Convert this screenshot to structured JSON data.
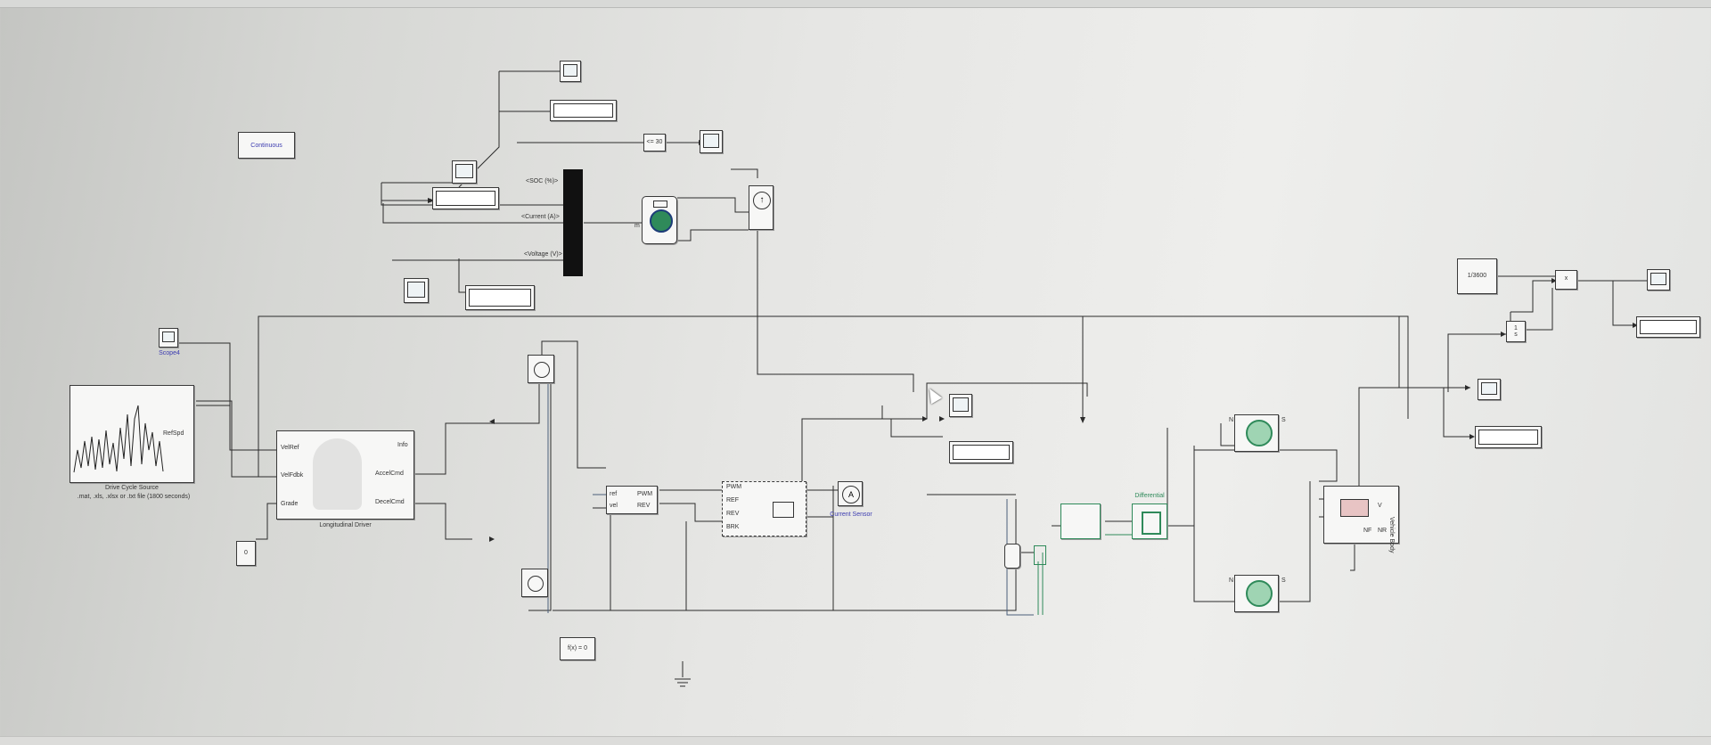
{
  "model": {
    "continuous_label": "Continuous",
    "soc_compare_label": "<= 30",
    "bus_signals": {
      "soc": "<SOC (%)>",
      "current": "<Current (A)>",
      "voltage": "<Voltage (V)>"
    },
    "battery_port_label": "m",
    "drive_cycle": {
      "port_label": "RefSpd",
      "title": "Drive Cycle Source",
      "subtitle": ".mat, .xls, .xlsx or .txt file (1800 seconds)",
      "scope_label": "Scope4"
    },
    "driver": {
      "title": "Longitudinal Driver",
      "in_ports": [
        "VelRef",
        "VelFdbk",
        "Grade"
      ],
      "out_ports": [
        "Info",
        "AccelCmd",
        "DecelCmd"
      ]
    },
    "grade_constant": "0",
    "solver_config": "f(x) = 0",
    "controller": {
      "in_ports": [
        "ref",
        "vel"
      ],
      "out_ports": [
        "PWM",
        "REV"
      ]
    },
    "pwm_driver_ports": [
      "PWM",
      "REF",
      "REV",
      "BRK"
    ],
    "current_sensor_label": "Current Sensor",
    "differential_label": "Differential",
    "wheel_ports": {
      "in": "N",
      "out": "S"
    },
    "vehicle_ports": [
      "V",
      "NF",
      "NR"
    ],
    "vehicle_body_label": "Vehicle Body",
    "distance_gain": "1/3600",
    "product_sign": "x"
  },
  "colors": {
    "wire": "#2b2b2b",
    "physical_line": "#4b5f7a",
    "driveline_green": "#2f8a5a",
    "label_blue": "#3c3cb0",
    "battery_bar": "#111111"
  }
}
